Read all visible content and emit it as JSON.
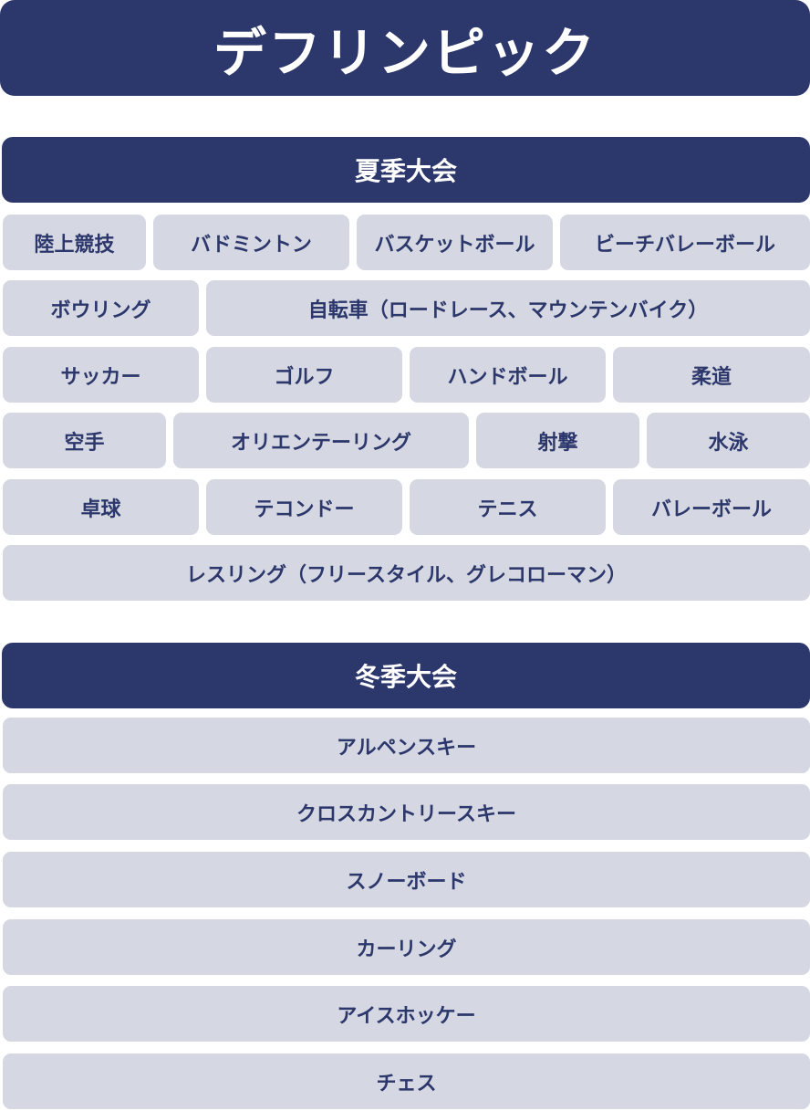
{
  "title": "デフリンピック",
  "summer": {
    "header": "夏季大会",
    "rows": [
      [
        "陸上競技",
        "バドミントン",
        "バスケットボール",
        "ビーチバレーボール"
      ],
      [
        "ボウリング",
        "自転車（ロードレース、マウンテンバイク）"
      ],
      [
        "サッカー",
        "ゴルフ",
        "ハンドボール",
        "柔道"
      ],
      [
        "空手",
        "オリエンテーリング",
        "射撃",
        "水泳"
      ],
      [
        "卓球",
        "テコンドー",
        "テニス",
        "バレーボール"
      ],
      [
        "レスリング（フリースタイル、グレコローマン）"
      ]
    ]
  },
  "winter": {
    "header": "冬季大会",
    "items": [
      "アルペンスキー",
      "クロスカントリースキー",
      "スノーボード",
      "カーリング",
      "アイスホッケー",
      "チェス"
    ]
  },
  "colors": {
    "navy": "#2c376b",
    "cell_bg": "#d5d8e2",
    "text_light": "#ffffff"
  }
}
